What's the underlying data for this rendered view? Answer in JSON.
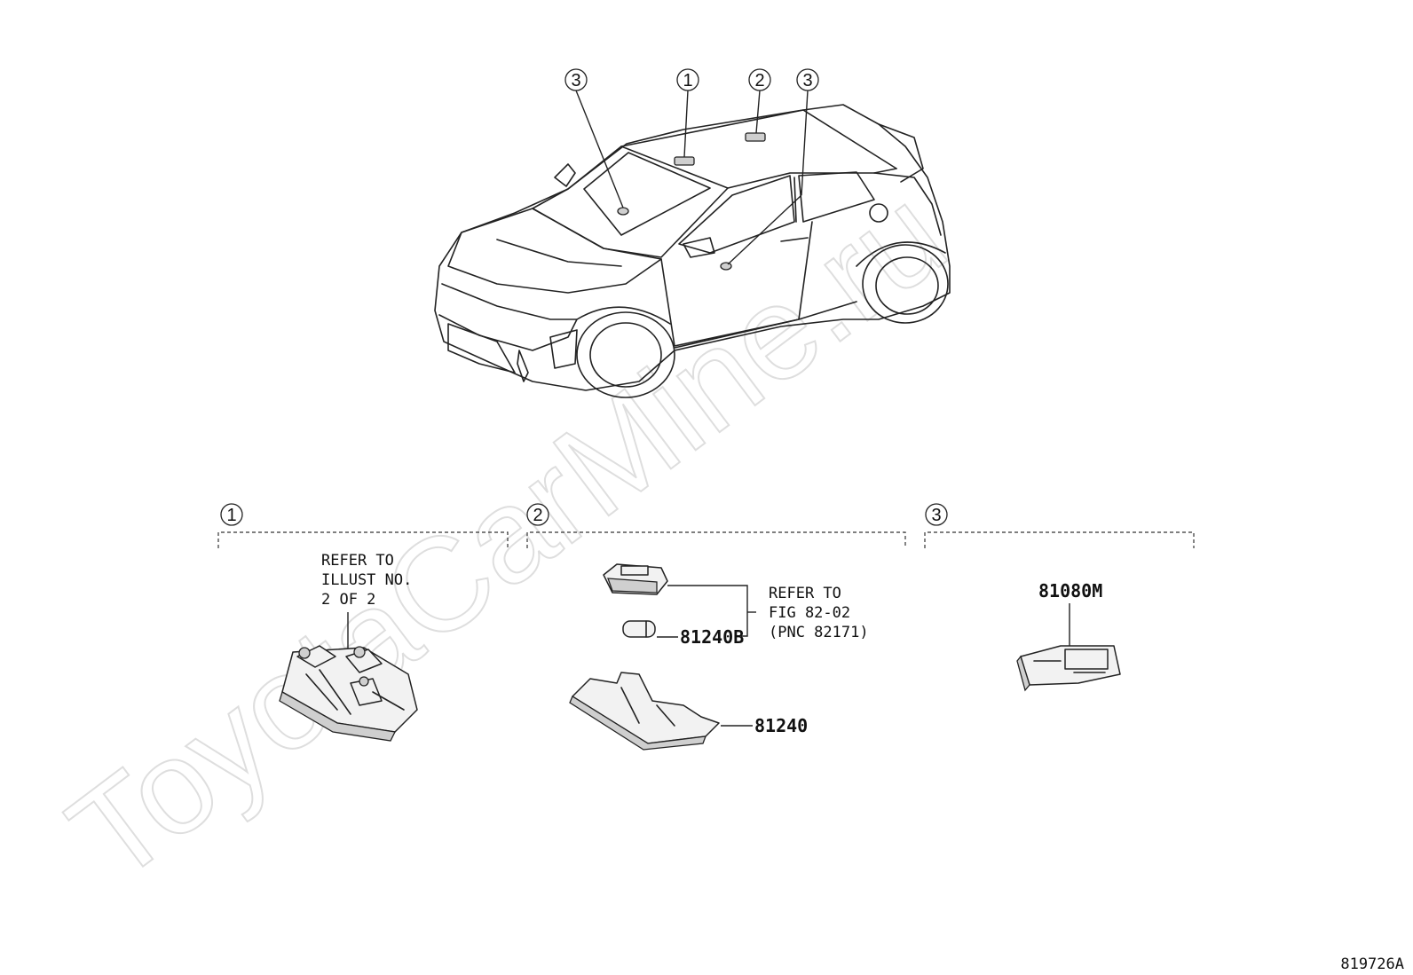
{
  "watermark": "ToyotaCarMine.ru",
  "illustration_id": "819726A",
  "callouts": {
    "c1": "1",
    "c2": "2",
    "c3": "3"
  },
  "section1": {
    "number": "1",
    "note_line1": "REFER TO",
    "note_line2": "ILLUST NO.",
    "note_line3": "2 OF 2"
  },
  "section2": {
    "number": "2",
    "note_line1": "REFER TO",
    "note_line2": "FIG 82-02",
    "note_line3": "(PNC 82171)",
    "part_bulb": "81240B",
    "part_lamp": "81240"
  },
  "section3": {
    "number": "3",
    "part_sensor": "81080M"
  }
}
